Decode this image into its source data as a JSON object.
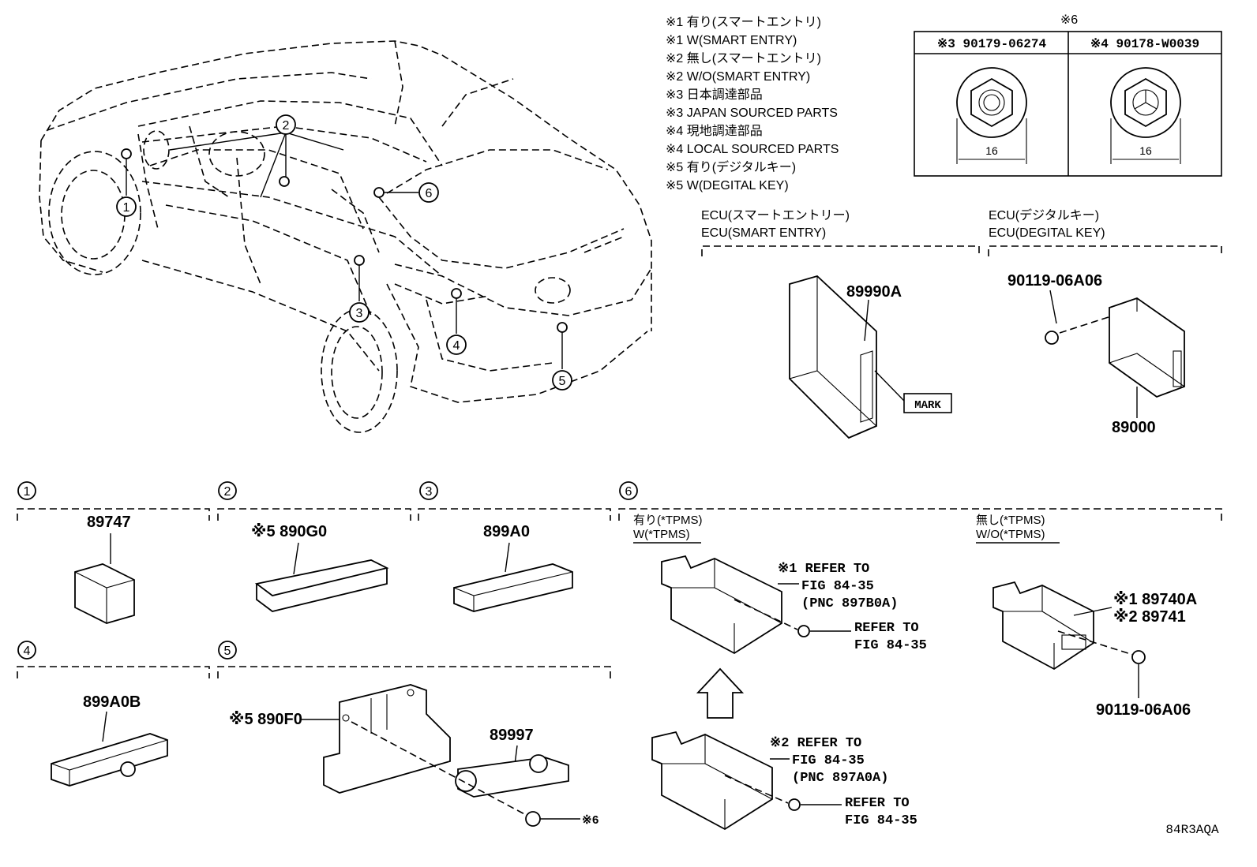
{
  "notes": [
    "※1 有り(スマートエントリ)",
    "※1 W(SMART ENTRY)",
    "※2 無し(スマートエントリ)",
    "※2 W/O(SMART ENTRY)",
    "※3 日本調達部品",
    "※3 JAPAN SOURCED PARTS",
    "※4 現地調達部品",
    "※4 LOCAL SOURCED PARTS",
    "※5 有り(デジタルキー)",
    "※5 W(DEGITAL KEY)"
  ],
  "nut_table": {
    "title": "※6",
    "col1": "※3 90179-06274",
    "col2": "※4 90178-W0039",
    "dim": "16"
  },
  "ecu_smart": {
    "label_jp": "ECU(スマートエントリー)",
    "label_en": "ECU(SMART ENTRY)",
    "part": "89990A",
    "mark": "MARK"
  },
  "ecu_digital": {
    "label_jp": "ECU(デジタルキー)",
    "label_en": "ECU(DEGITAL KEY)",
    "bolt": "90119-06A06",
    "part": "89000"
  },
  "car_callouts": [
    "1",
    "2",
    "3",
    "4",
    "5",
    "6"
  ],
  "sections": {
    "s1": {
      "num": "1",
      "part": "89747"
    },
    "s2": {
      "num": "2",
      "part": "※5 890G0"
    },
    "s3": {
      "num": "3",
      "part": "899A0"
    },
    "s4": {
      "num": "4",
      "part": "899A0B"
    },
    "s5": {
      "num": "5",
      "bracket": "※5 890F0",
      "part": "89997",
      "nut": "※6"
    },
    "s6": {
      "num": "6",
      "with_jp": "有り(*TPMS)",
      "with_en": "W(*TPMS)",
      "without_jp": "無し(*TPMS)",
      "without_en": "W/O(*TPMS)",
      "ref1_a": "※1 REFER TO",
      "ref1_b": "FIG 84-35",
      "ref1_c": "(PNC 897B0A)",
      "ref_bolt_a": "REFER TO",
      "ref_bolt_b": "FIG 84-35",
      "ref2_a": "※2 REFER TO",
      "ref2_b": "FIG 84-35",
      "ref2_c": "(PNC 897A0A)",
      "ref_bolt2_a": "REFER TO",
      "ref_bolt2_b": "FIG 84-35",
      "p1": "※1 89740A",
      "p2": "※2 89741",
      "bolt": "90119-06A06"
    }
  },
  "catalog_code": "84R3AQA"
}
